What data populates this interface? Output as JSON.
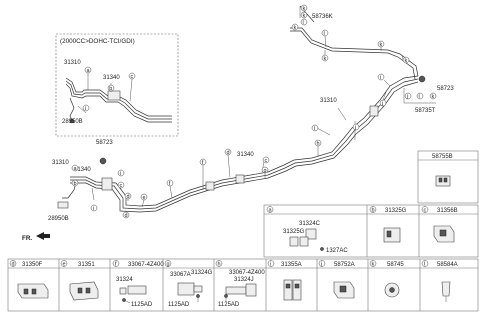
{
  "inset": {
    "title": "(2000CC>DOHC-TCI/GDI)"
  },
  "parts": {
    "p58736K": "58736K",
    "p31310_a": "31310",
    "p31340_a": "31340",
    "p28950B_a": "28950B",
    "p31310_b": "31310",
    "p58723_a": "58723",
    "p58723_b": "58723",
    "p58735T": "58735T",
    "p31340_b": "31340",
    "p31310_c": "31310",
    "p31340_c": "31340",
    "p28950B_b": "28950B",
    "fr": "FR."
  },
  "callouts": {
    "a": "a",
    "b": "b",
    "c": "c",
    "d": "d",
    "e": "e",
    "f": "f",
    "g": "g",
    "h": "h",
    "i": "i",
    "j": "j",
    "k": "k",
    "l": "l"
  },
  "table": {
    "cell_l": {
      "letter": "l",
      "part": "58755B"
    },
    "cell_a": {
      "letter": "a",
      "parts": [
        "31324C",
        "31325G",
        "1327AC"
      ]
    },
    "cell_b": {
      "letter": "b",
      "part": "31325G"
    },
    "cell_c": {
      "letter": "c",
      "part": "31356B"
    },
    "cell_d": {
      "letter": "d",
      "part": "31350F"
    },
    "cell_e": {
      "letter": "e",
      "part": "31351"
    },
    "cell_f": {
      "letter": "f",
      "parts": [
        "33067-4Z400",
        "31324",
        "1125AD"
      ]
    },
    "cell_g": {
      "letter": "g",
      "parts": [
        "33067A",
        "31324G",
        "1125AD"
      ]
    },
    "cell_h": {
      "letter": "h",
      "parts": [
        "33067-4Z400",
        "31324J",
        "1125AD"
      ]
    },
    "cell_i": {
      "letter": "i",
      "part": "31355A"
    },
    "cell_j": {
      "letter": "j",
      "part": "58752A"
    },
    "cell_k": {
      "letter": "k",
      "part": "58745"
    },
    "cell_l2": {
      "letter": "l",
      "part": "58584A"
    }
  }
}
